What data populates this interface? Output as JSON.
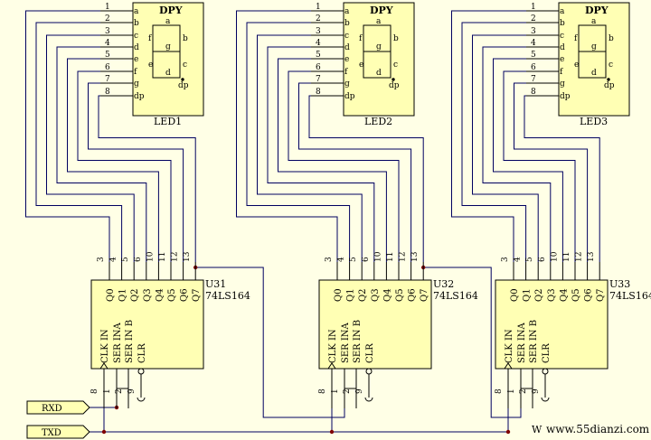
{
  "colors": {
    "background": "#ffffe6",
    "chip_fill": "#ffffb4",
    "outline": "#000000",
    "wire": "#000060",
    "junction": "#800000",
    "seg_text": "#000000",
    "pin_label": "#000000"
  },
  "displays": [
    {
      "title": "DPY",
      "ref": "LED1",
      "pins": [
        "1",
        "2",
        "3",
        "4",
        "5",
        "6",
        "7",
        "8"
      ],
      "pin_names": [
        "a",
        "b",
        "c",
        "d",
        "e",
        "f",
        "g",
        "dp"
      ],
      "segments": [
        "a",
        "f",
        "b",
        "g",
        "e",
        "c",
        "d",
        "dp"
      ]
    },
    {
      "title": "DPY",
      "ref": "LED2",
      "pins": [
        "1",
        "2",
        "3",
        "4",
        "5",
        "6",
        "7",
        "8"
      ],
      "pin_names": [
        "a",
        "b",
        "c",
        "d",
        "e",
        "f",
        "g",
        "dp"
      ],
      "segments": [
        "a",
        "f",
        "b",
        "g",
        "e",
        "c",
        "d",
        "dp"
      ]
    },
    {
      "title": "DPY",
      "ref": "LED3",
      "pins": [
        "1",
        "2",
        "3",
        "4",
        "5",
        "6",
        "7",
        "8"
      ],
      "pin_names": [
        "a",
        "b",
        "c",
        "d",
        "e",
        "f",
        "g",
        "dp"
      ],
      "segments": [
        "a",
        "f",
        "b",
        "g",
        "e",
        "c",
        "d",
        "dp"
      ]
    }
  ],
  "registers": [
    {
      "ref": "U31",
      "part": "74LS164",
      "out_pins": [
        "3",
        "4",
        "5",
        "6",
        "10",
        "11",
        "12",
        "13"
      ],
      "out_names": [
        "Q0",
        "Q1",
        "Q2",
        "Q3",
        "Q4",
        "Q5",
        "Q6",
        "Q7"
      ],
      "in_names": [
        "CLK IN",
        "SER INA",
        "SER IN B",
        "CLR"
      ],
      "in_pins": [
        "8",
        "1",
        "2",
        "9"
      ]
    },
    {
      "ref": "U32",
      "part": "74LS164",
      "out_pins": [
        "3",
        "4",
        "5",
        "6",
        "10",
        "11",
        "12",
        "13"
      ],
      "out_names": [
        "Q0",
        "Q1",
        "Q2",
        "Q3",
        "Q4",
        "Q5",
        "Q6",
        "Q7"
      ],
      "in_names": [
        "CLK IN",
        "SER INA",
        "SER IN B",
        "CLR"
      ],
      "in_pins": [
        "8",
        "1",
        "2",
        "9"
      ]
    },
    {
      "ref": "U33",
      "part": "74LS164",
      "out_pins": [
        "3",
        "4",
        "5",
        "6",
        "10",
        "11",
        "12",
        "13"
      ],
      "out_names": [
        "Q0",
        "Q1",
        "Q2",
        "Q3",
        "Q4",
        "Q5",
        "Q6",
        "Q7"
      ],
      "in_names": [
        "CLK IN",
        "SER INA",
        "SER IN B",
        "CLR"
      ],
      "in_pins": [
        "8",
        "1",
        "2",
        "9"
      ]
    }
  ],
  "ports": [
    {
      "label": "RXD"
    },
    {
      "label": "TXD"
    }
  ],
  "watermark": {
    "prefix": "W",
    "site": "www.55dianzi.com"
  }
}
